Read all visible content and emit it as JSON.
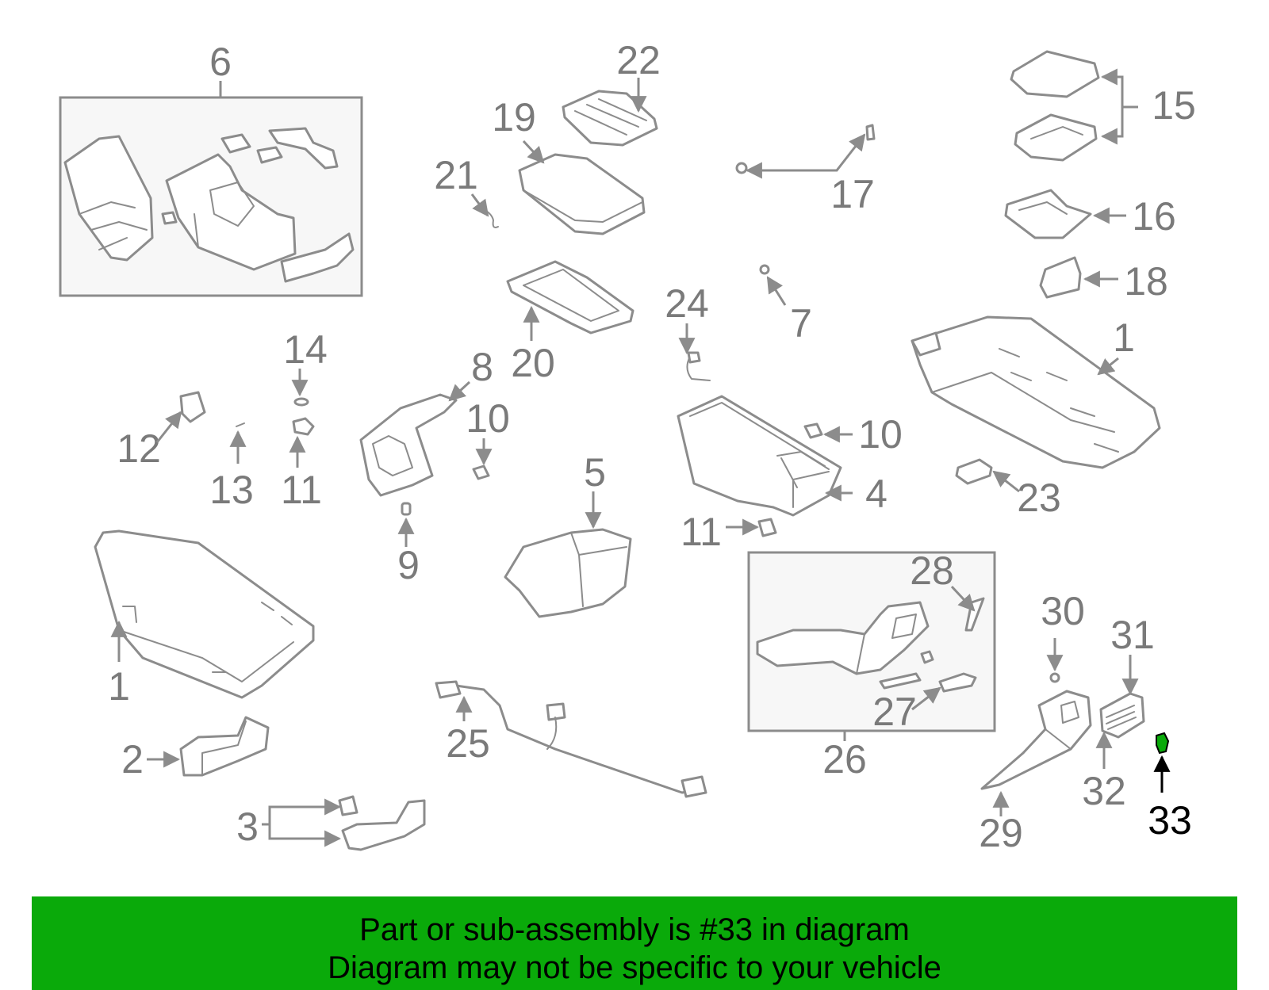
{
  "diagram": {
    "highlight_part": "33",
    "accent_color": "#0aaa0a",
    "highlight_color": "#0aaa0a",
    "label_color": "#7a7a7a",
    "labels": {
      "p1a": "1",
      "p1b": "1",
      "p2": "2",
      "p3": "3",
      "p4": "4",
      "p5": "5",
      "p6": "6",
      "p7": "7",
      "p8": "8",
      "p9": "9",
      "p10a": "10",
      "p10b": "10",
      "p11a": "11",
      "p11b": "11",
      "p12": "12",
      "p13": "13",
      "p14": "14",
      "p15": "15",
      "p16": "16",
      "p17": "17",
      "p18": "18",
      "p19": "19",
      "p20": "20",
      "p21": "21",
      "p22": "22",
      "p23": "23",
      "p24": "24",
      "p25": "25",
      "p26": "26",
      "p27": "27",
      "p28": "28",
      "p29": "29",
      "p30": "30",
      "p31": "31",
      "p32": "32",
      "p33": "33"
    }
  },
  "banner": {
    "line1": "Part or sub-assembly is #33 in diagram",
    "line2": "Diagram may not be specific to your vehicle",
    "bg_color": "#0aaa0a"
  }
}
